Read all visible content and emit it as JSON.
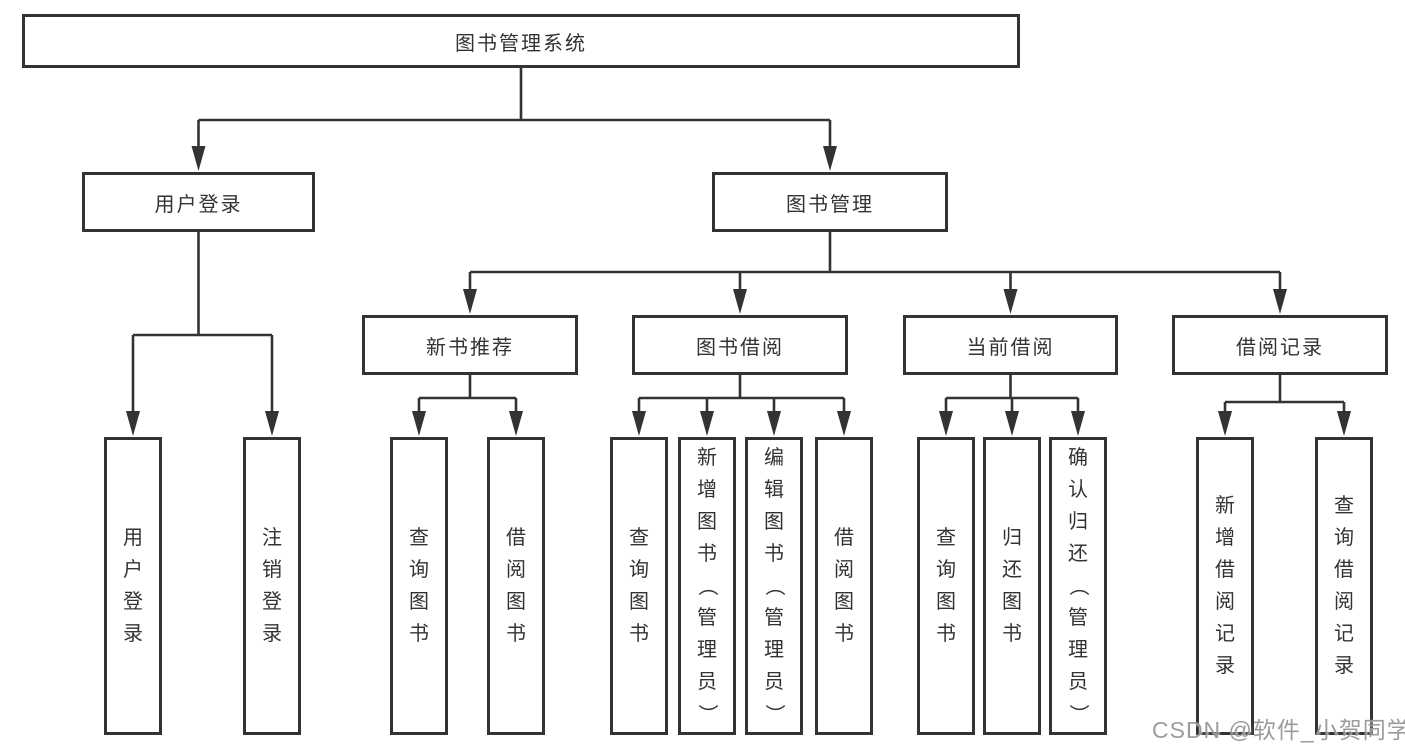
{
  "title": "图书管理系统",
  "level2": {
    "user_login": "用户登录",
    "book_mgmt": "图书管理"
  },
  "level3": {
    "new_book_rec": "新书推荐",
    "book_borrow": "图书借阅",
    "current_borrow": "当前借阅",
    "borrow_records": "借阅记录"
  },
  "leaves": {
    "user_login": [
      "用户登录",
      "注销登录"
    ],
    "new_book_rec": [
      "查询图书",
      "借阅图书"
    ],
    "book_borrow": [
      "查询图书",
      "新增图书（管理员）",
      "编辑图书（管理员）",
      "借阅图书"
    ],
    "current_borrow": [
      "查询图书",
      "归还图书",
      "确认归还（管理员）"
    ],
    "borrow_records": [
      "新增借阅记录",
      "查询借阅记录"
    ]
  },
  "watermark": "CSDN @软件_小贺同学",
  "colors": {
    "line": "#333333",
    "text": "#333333",
    "background": "#ffffff",
    "watermark": "#949494"
  }
}
